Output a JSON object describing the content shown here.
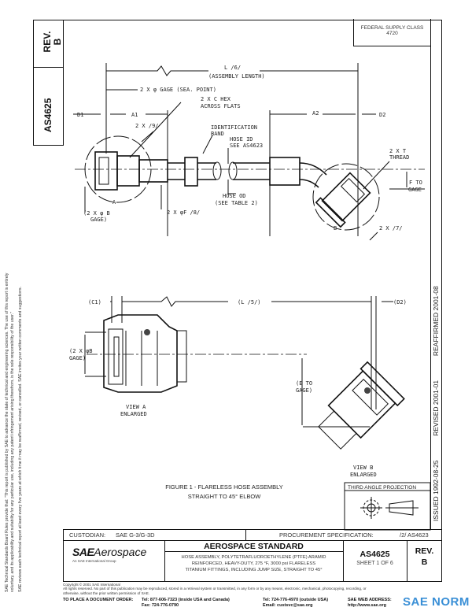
{
  "side_block": {
    "rev_label": "REV.",
    "rev_value": "B",
    "doc_number": "AS4625"
  },
  "federal_supply": {
    "line1": "FEDERAL SUPPLY CLASS",
    "line2": "4720"
  },
  "side_notes": {
    "note1_line1": "SAE Technical Standards Board Rules provide that: \"This report is published by SAE to advance the state of technical and engineering sciences. The use of this report is entirely",
    "note1_line2": "voluntary, and its applicability and suitability for any particular use, including any patent infringement arising therefrom, is the sole responsibility of the user.\"",
    "note2": "SAE reviews each technical report at least every five years at which time it may be reaffirmed, revised, or cancelled. SAE invites your written comments and suggestions."
  },
  "revision_history": {
    "issued": "ISSUED 1992-08-25",
    "revised": "REVISED 2001-01",
    "reaffirmed": "REAFFIRMED 2001-08"
  },
  "drawing": {
    "top": {
      "L": "L /6/",
      "assembly_length": "(ASSEMBLY LENGTH)",
      "gage_seal": "2 X φ GAGE (SEA. POINT)",
      "hex1": "2 X C HEX",
      "hex2": "ACROSS FLATS",
      "d1": "D1",
      "a1": "A1",
      "a2": "A2",
      "d2": "D2",
      "note9": "2 X /9/",
      "id_band1": "IDENTIFICATION",
      "id_band2": "BAND",
      "hose_id1": "HOSE ID",
      "hose_id2": "SEE AS4623",
      "thread1": "2 X T",
      "thread2": "THREAD",
      "f_gage1": "F TO",
      "f_gage2": "GAGE",
      "hose_od1": "HOSE OD",
      "hose_od2": "(SEE TABLE 2)",
      "b_gage1": "(2 X φ B",
      "b_gage2": "GAGE)",
      "f_dia": "2 X φF /8/",
      "detail_a": "A",
      "detail_b": "B",
      "note7": "2 X /7/"
    },
    "bottom": {
      "c1": "(C1)",
      "L5": "(L /5/)",
      "d2": "(D2)",
      "b_gage1": "(2 X φB",
      "b_gage2": "GAGE)",
      "e_gage1": "(E TO",
      "e_gage2": "GAGE)",
      "view_a1": "VIEW A",
      "view_a2": "ENLARGED",
      "view_b1": "VIEW B",
      "view_b2": "ENLARGED"
    },
    "caption1": "FIGURE 1 - FLARELESS HOSE ASSEMBLY",
    "caption2": "STRAIGHT TO 45° ELBOW",
    "projection_label": "THIRD ANGLE PROJECTION"
  },
  "title_block": {
    "custodian_label": "CUSTODIAN:",
    "custodian_value": "SAE G-3/G-3D",
    "procurement_label": "PROCUREMENT SPECIFICATION:",
    "procurement_value": "/2/ AS4623",
    "logo_sae": "SAE",
    "logo_aerospace": "Aerospace",
    "logo_sub": "An SAE International Group",
    "standard_title": "AEROSPACE STANDARD",
    "desc1": "HOSE ASSEMBLY, POLYTETRAFLUOROETHYLENE (PTFE) ARAMID",
    "desc2": "REINFORCED, HEAVY-DUTY, 275 °F, 3000 psi FLARELESS",
    "desc3": "TITANIUM FITTINGS, INCLUDING JUMP SIZE, STRAIGHT TO 45°",
    "doc_number": "AS4625",
    "sheet": "SHEET 1 OF 6",
    "rev_label": "REV.",
    "rev_value": "B"
  },
  "footer": {
    "copyright": "Copyright © 2001 SAE International",
    "rights": "All rights reserved. No part of this publication may be reproduced, stored in a retrieval system or transmitted, in any form or by any means, electronic, mechanical, photocopying, recording, or",
    "rights2": "otherwise, without the prior written permission of SAE.",
    "order_label": "TO PLACE A DOCUMENT ORDER:",
    "tel1": "Tel: 877-606-7323 (inside USA and Canada)",
    "fax": "Fax: 724-776-0790",
    "tel2": "Tel: 724-776-4970 (outside USA)",
    "email": "Email: custsvc@sae.org",
    "web_label": "SAE WEB ADDRESS:",
    "web": "http://www.sae.org"
  },
  "watermark": {
    "text": "SAE NORM",
    "color": "#3a8fd6"
  }
}
